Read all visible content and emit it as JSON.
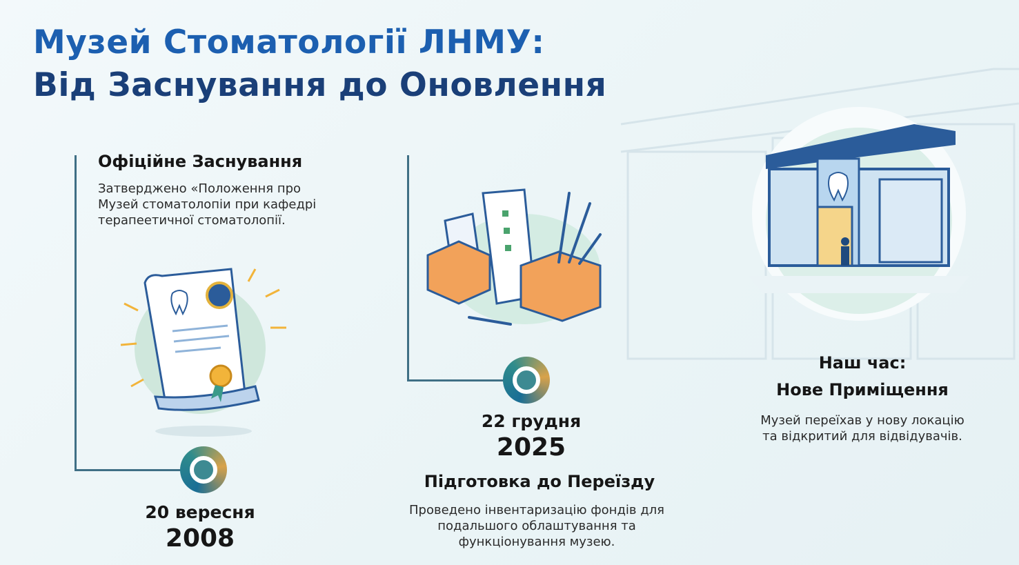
{
  "title": {
    "line1": "Музей Стоматології ЛНМУ:",
    "line2": "Від Заснування до Оновлення"
  },
  "events": [
    {
      "heading": "Офіційне Заснування",
      "body": "Затверджено «Положення про Музей стоматолопіи при кафедрі терапеетичної стоматолопії.",
      "date": "20 вересня",
      "year": "2008",
      "icon": "certificate-icon"
    },
    {
      "heading": "Підготовка до Переїзду",
      "body": "Проведено інвентаризацію фондів для подальшого облаштування та функціонування музею.",
      "date": "22 грудня",
      "year": "2025",
      "icon": "moving-boxes-icon"
    },
    {
      "heading_line1": "Наш час:",
      "heading_line2": "Нове Приміщення",
      "body": "Музей переїхав у нову локацію та відкритий для відвідувачів.",
      "icon": "museum-building-icon"
    }
  ],
  "colors": {
    "title_blue": "#1c5fb0",
    "title_dark": "#1a3f78",
    "timeline": "#3f6f85"
  }
}
